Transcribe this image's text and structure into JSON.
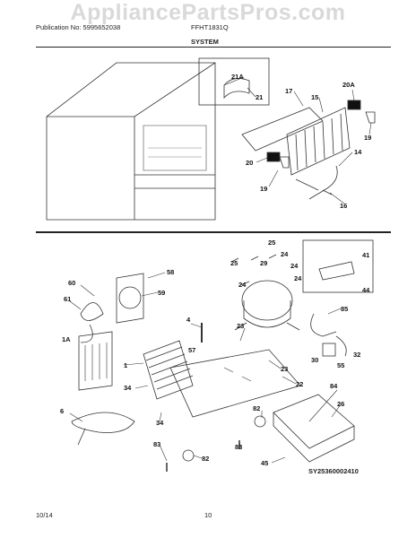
{
  "watermark": "AppliancePartsPros.com",
  "header": {
    "publication": "Publication No: 5995652038",
    "model": "FFHT1831Q",
    "section": "SYSTEM"
  },
  "callouts": {
    "c21a": "21A",
    "c21": "21",
    "c17": "17",
    "c20a": "20A",
    "c15": "15",
    "c19a": "19",
    "c20": "20",
    "c14": "14",
    "c19b": "19",
    "c16": "16",
    "c25a": "25",
    "c25b": "25",
    "c24a": "24",
    "c29": "29",
    "c24b": "24",
    "c24c": "24",
    "c24d": "24",
    "c41": "41",
    "c44": "44",
    "c58": "58",
    "c60": "60",
    "c59": "59",
    "c61": "61",
    "c4": "4",
    "c85": "85",
    "c1a": "1A",
    "c23a": "23",
    "c57": "57",
    "c23b": "23",
    "c30": "30",
    "c55": "55",
    "c32": "32",
    "c1": "1",
    "c22": "22",
    "c34a": "34",
    "c84": "84",
    "c26": "26",
    "c6": "6",
    "c34b": "34",
    "c83a": "83",
    "c82a": "82",
    "c83b": "83",
    "c82b": "82",
    "c45": "45"
  },
  "diagram_code": "SY25360002410",
  "footer": {
    "date": "10/14",
    "page": "10"
  }
}
